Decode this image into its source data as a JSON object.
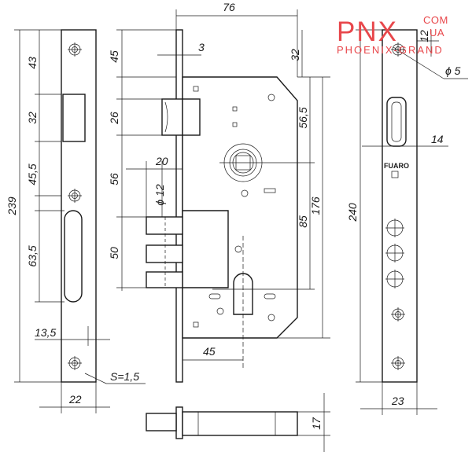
{
  "brand": {
    "main": "PNX",
    "top": "COM",
    "sub": "UA",
    "tagline": "PHOENIX-GRAND"
  },
  "product_mark": "FUARO",
  "faceplate_left": {
    "height_total": "239",
    "seg_1": "43",
    "seg_2": "32",
    "seg_3": "45,5",
    "seg_4": "63,5",
    "offset": "13,5",
    "width": "22",
    "thickness": "S=1,5"
  },
  "body_side": {
    "width_total": "76",
    "plate_thickness": "3",
    "latch_top": "45",
    "latch_height": "26",
    "bolt_offset": "56",
    "bolt_width": "20",
    "pin_diameter": "ϕ 12",
    "bolt_travel": "50",
    "spindle_offset": "56,5",
    "spindle_to_cyl": "85",
    "case_height": "176",
    "top_offset": "32",
    "backset": "45"
  },
  "faceplate_right": {
    "height_total": "240",
    "top_offset": "12",
    "hole_diameter": "ϕ 5",
    "strike_width": "14",
    "width": "23"
  },
  "bottom_view": {
    "depth": "17"
  }
}
